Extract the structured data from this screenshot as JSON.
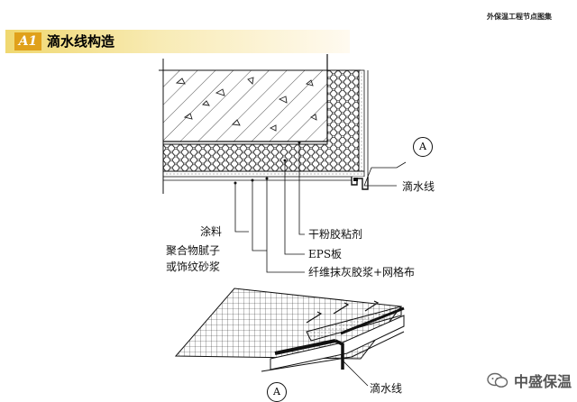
{
  "header": {
    "badge": "A1",
    "title": "滴水线构造",
    "top_right": "外保温工程节点图集"
  },
  "labels": {
    "paint": "涂料",
    "putty_1": "聚合物腻子",
    "putty_2": "或饰纹砂浆",
    "adhesive": "干粉胶粘剂",
    "eps": "EPS板",
    "mortar_mesh": "纤维抹灰胶浆+网格布",
    "drip_line_1": "滴水线",
    "drip_line_2": "滴水线",
    "callout_1": "A",
    "callout_2": "A"
  },
  "watermark": {
    "text": "中盛保温"
  }
}
